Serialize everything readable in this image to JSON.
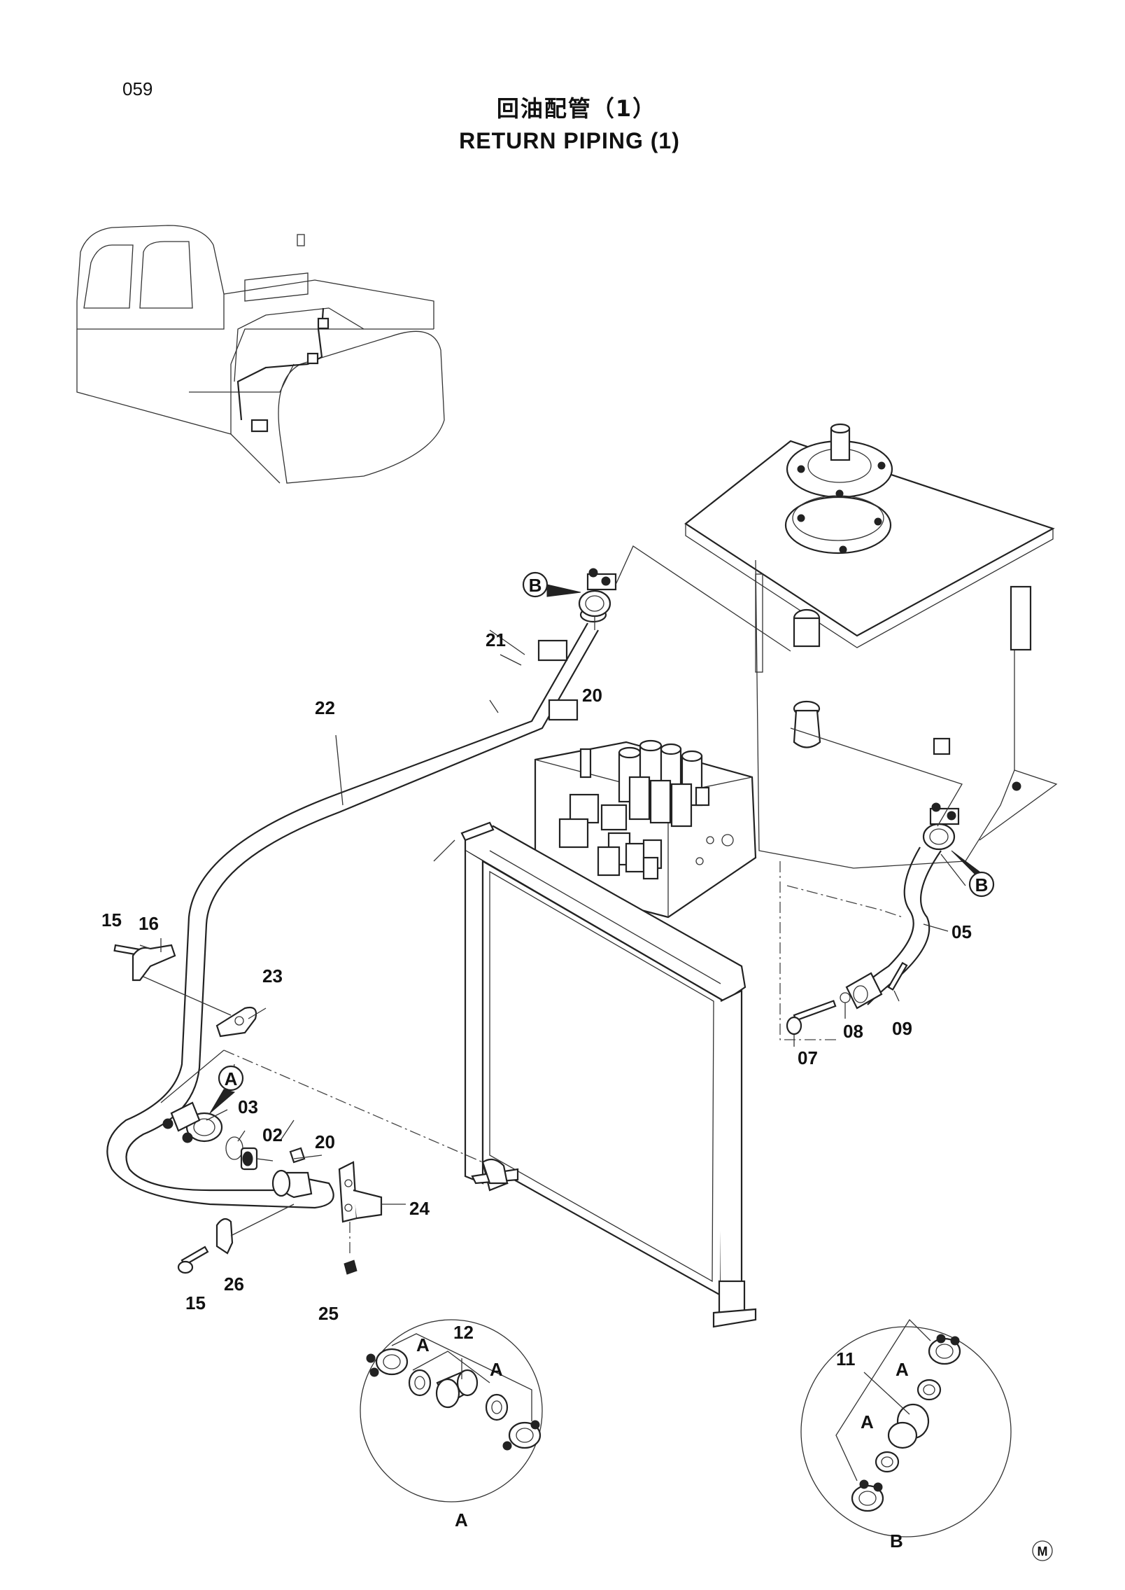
{
  "page": {
    "number": "059",
    "title_cn": "回油配管（1）",
    "title_en": "RETURN PIPING (1)",
    "mark": "M"
  },
  "callouts": {
    "b_top": "B",
    "a_top": "A",
    "b_right": "B",
    "detail_a_caption": "A",
    "detail_b_caption": "B",
    "detail_a_left": "A",
    "detail_a_right": "A",
    "detail_b_top": "A",
    "detail_b_bottom": "A"
  },
  "part_numbers": {
    "p02": "02",
    "p03": "03",
    "p05": "05",
    "p07": "07",
    "p08": "08",
    "p09": "09",
    "p11": "11",
    "p12": "12",
    "p15_top": "15",
    "p15_bottom": "15",
    "p16": "16",
    "p20_top": "20",
    "p20_bottom": "20",
    "p21": "21",
    "p22": "22",
    "p23": "23",
    "p24": "24",
    "p25": "25",
    "p26": "26"
  }
}
